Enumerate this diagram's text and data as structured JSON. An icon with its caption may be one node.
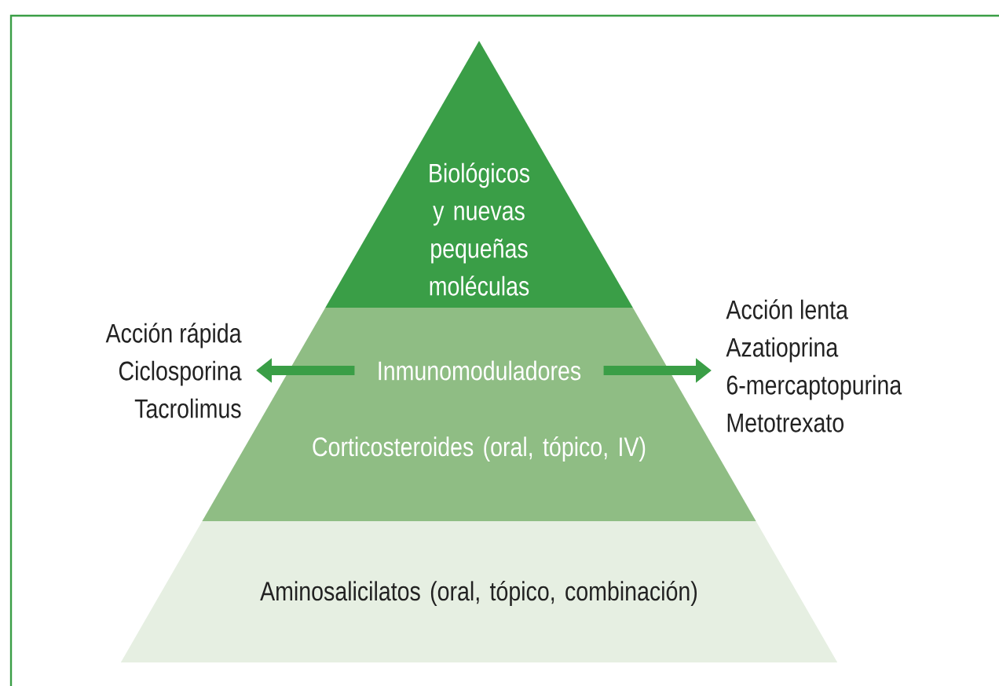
{
  "diagram": {
    "nodes": [
      {
        "text": [
          "Biológicos y nuevas pequeñas moléculas"
        ]
      },
      {
        "text": [
          "Corticosteroides (oral, tópico, IV)"
        ]
      },
      {
        "text": [
          "Inmunomoduladores"
        ],
        "in": 1
      },
      {
        "text": [
          "Aminosalicilatos (oral, tópico, combinación)"
        ]
      },
      {
        "text": [
          "Acción rápida",
          "Ciclosporina",
          "Tacrolimus"
        ]
      },
      {
        "text": [
          "Acción lenta",
          "Azatioprina",
          "6-mercaptopurina",
          "Metotrexato"
        ]
      }
    ],
    "edges": [
      {
        "from": 2,
        "to": 4,
        "arrow": "to"
      },
      {
        "from": 2,
        "to": 5,
        "arrow": "to"
      }
    ]
  }
}
